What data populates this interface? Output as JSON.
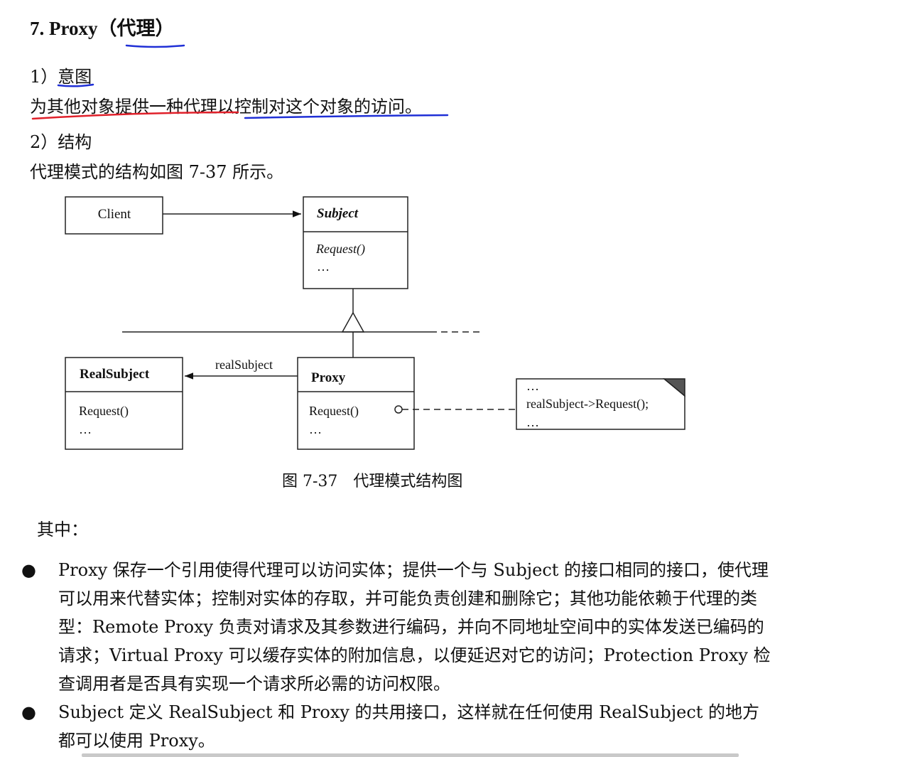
{
  "section": {
    "number": "7.",
    "title_en": "Proxy",
    "title_cn": "（代理）"
  },
  "intent": {
    "heading": "1）意图",
    "text_part1": "为其他对象提供一种代理",
    "text_part2": "以控制对这个对象的访问。"
  },
  "structure": {
    "heading": "2）结构",
    "text": "代理模式的结构如图 7-37 所示。"
  },
  "diagram": {
    "client": "Client",
    "subject": {
      "name": "Subject",
      "method": "Request()",
      "more": "…"
    },
    "real_subject": {
      "name": "RealSubject",
      "method": "Request()",
      "more": "…"
    },
    "proxy": {
      "name": "Proxy",
      "method": "Request()",
      "more": "…"
    },
    "association_label": "realSubject",
    "note": {
      "line1": "…",
      "line2": "realSubject->Request();",
      "line3": "…"
    },
    "caption": "图 7-37　代理模式结构图"
  },
  "where_label": "其中：",
  "bullets": [
    "Proxy 保存一个引用使得代理可以访问实体；提供一个与 Subject 的接口相同的接口，使代理可以用来代替实体；控制对实体的存取，并可能负责创建和删除它；其他功能依赖于代理的类型：Remote Proxy 负责对请求及其参数进行编码，并向不同地址空间中的实体发送已编码的请求；Virtual Proxy 可以缓存实体的附加信息，以便延迟对它的访问；Protection Proxy 检查调用者是否具有实现一个请求所必需的访问权限。",
    "Subject 定义 RealSubject 和 Proxy 的共用接口，这样就在任何使用 RealSubject 的地方都可以使用 Proxy。"
  ],
  "colors": {
    "underline_blue": "#1f2fd6",
    "underline_red": "#e0202a"
  }
}
